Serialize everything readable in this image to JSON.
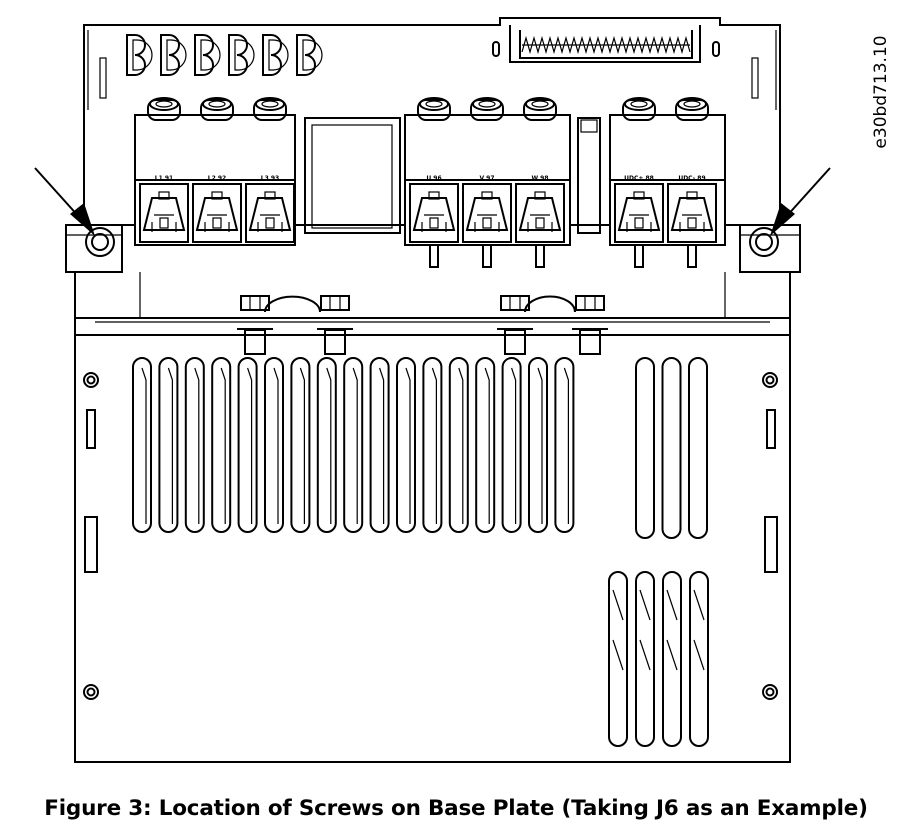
{
  "figure": {
    "caption": "Figure 3:  Location of Screws on Base Plate (Taking J6 as an Example)",
    "document_id": "e30bd713.10"
  },
  "terminals": {
    "mains": [
      "L1 91",
      "L2 92",
      "L3 93"
    ],
    "motor": [
      "U 96",
      "V 97",
      "W 98"
    ],
    "dc_link": [
      "UDC+ 88",
      "UDC- 89"
    ]
  },
  "colors": {
    "line": "#000000",
    "background": "#ffffff"
  },
  "icons": [
    "screw-arrow-icon"
  ]
}
